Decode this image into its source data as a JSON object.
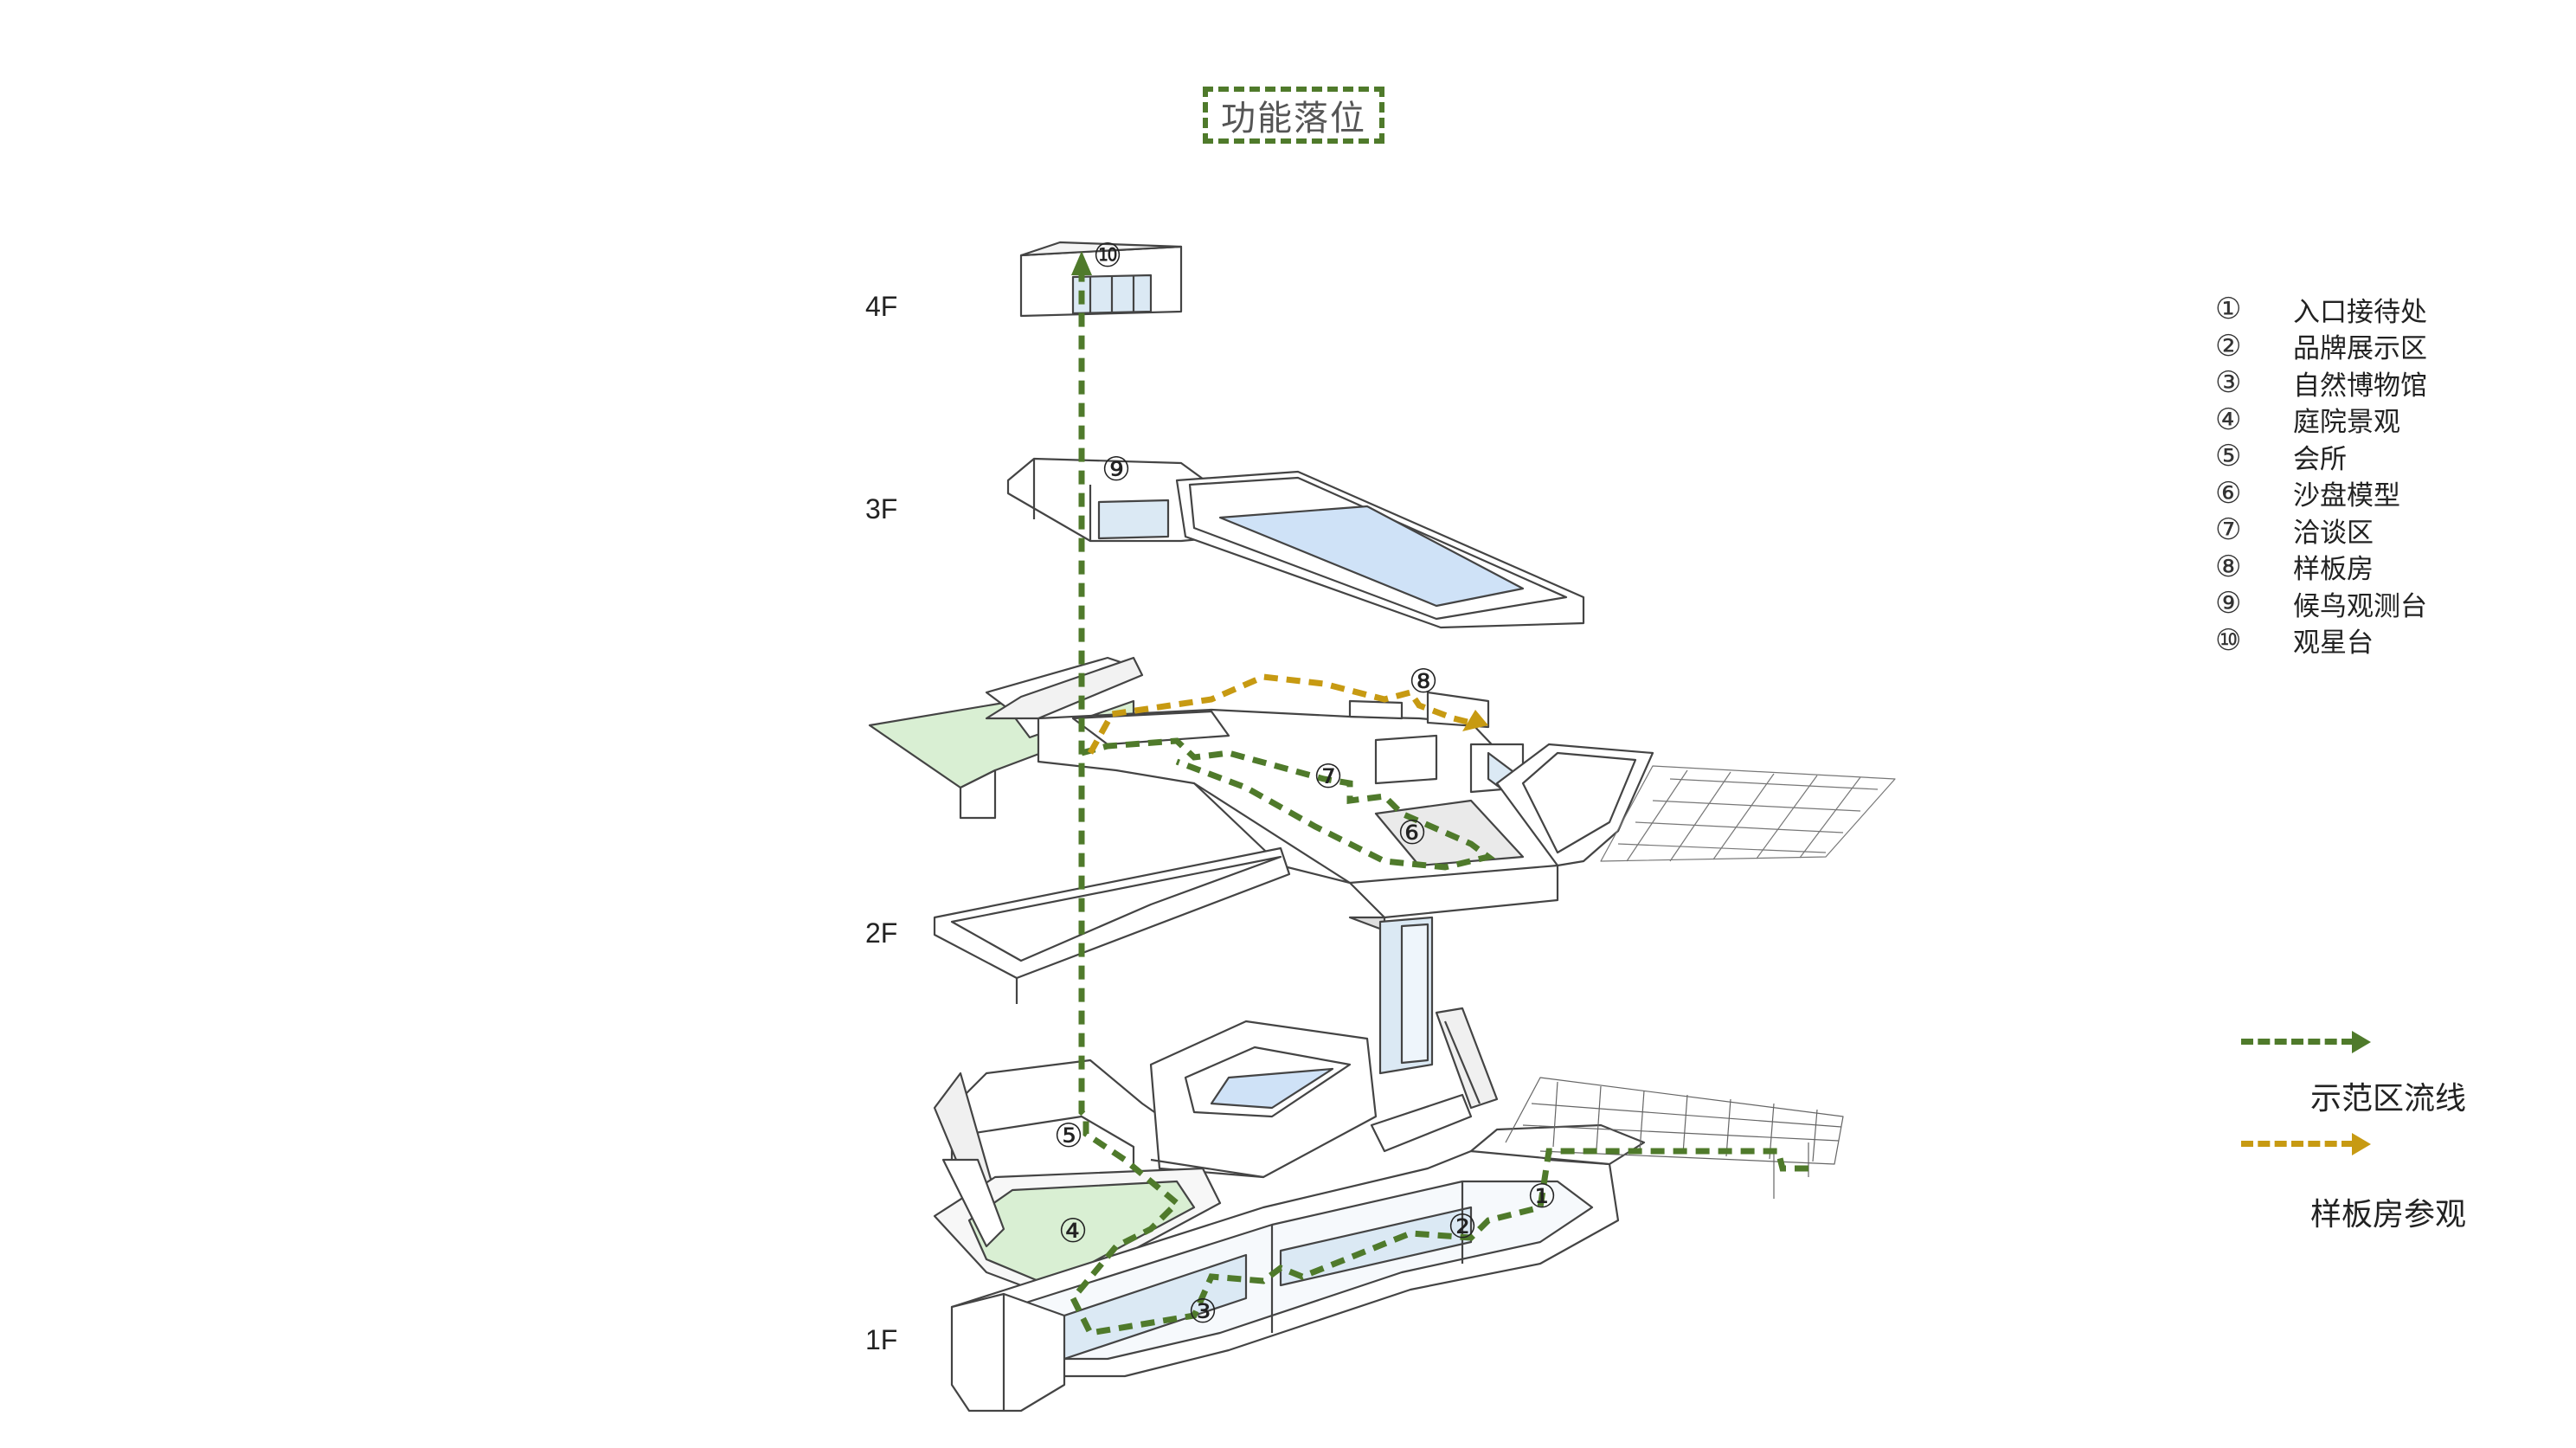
{
  "title": "功能落位",
  "floors": [
    "4F",
    "3F",
    "2F",
    "1F"
  ],
  "legend": [
    {
      "num": "①",
      "label": "入口接待处"
    },
    {
      "num": "②",
      "label": "品牌展示区"
    },
    {
      "num": "③",
      "label": "自然博物馆"
    },
    {
      "num": "④",
      "label": "庭院景观"
    },
    {
      "num": "⑤",
      "label": "会所"
    },
    {
      "num": "⑥",
      "label": "沙盘模型"
    },
    {
      "num": "⑦",
      "label": "洽谈区"
    },
    {
      "num": "⑧",
      "label": "样板房"
    },
    {
      "num": "⑨",
      "label": "候鸟观测台"
    },
    {
      "num": "⑩",
      "label": "观星台"
    }
  ],
  "flows": [
    {
      "label": "示范区流线",
      "color": "#4f7a2b"
    },
    {
      "label": "样板房参观",
      "color": "#c79a12"
    }
  ],
  "markers": {
    "m1": "①",
    "m2": "②",
    "m3": "③",
    "m4": "④",
    "m5": "⑤",
    "m6": "⑥",
    "m7": "⑦",
    "m8": "⑧",
    "m9": "⑨",
    "m10": "⑩"
  },
  "colors": {
    "green_flow": "#4f7a2b",
    "gold_flow": "#c79a12",
    "garden": "#d9efd3",
    "water": "#cfe2f7",
    "glass": "#dbe9f4"
  }
}
